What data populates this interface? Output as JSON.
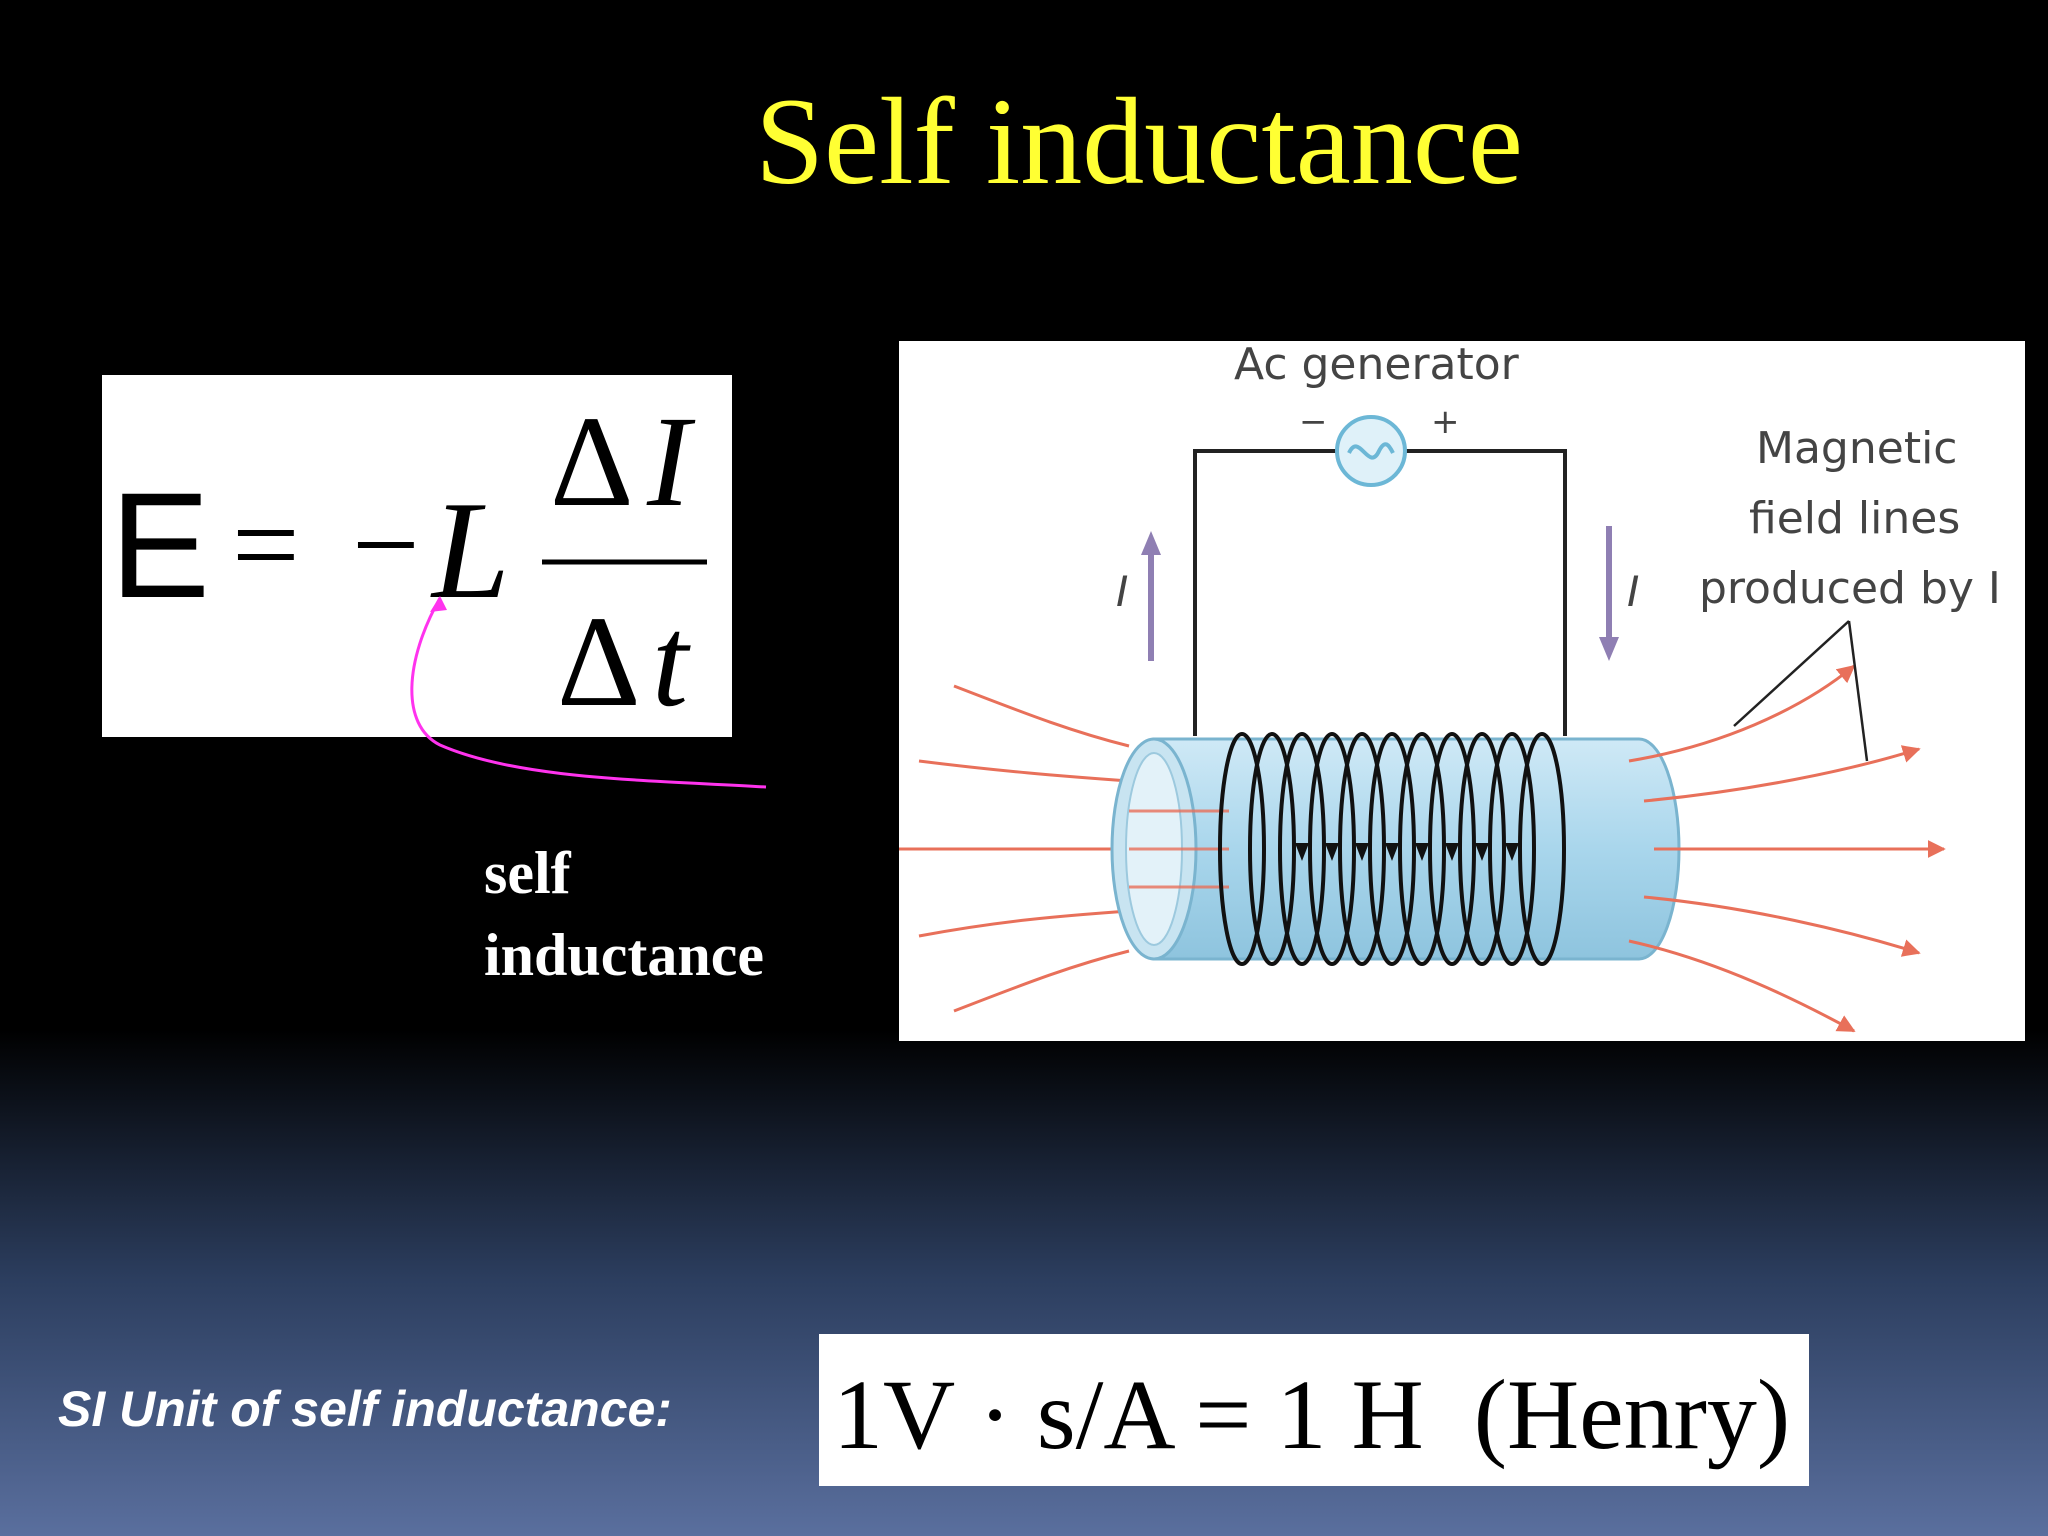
{
  "slide": {
    "title": "Self inductance",
    "formula": {
      "emf_symbol": "E",
      "equals": "=",
      "minus": "−",
      "coefficient": "L",
      "delta": "Δ",
      "numerator_var": "I",
      "denominator_var": "t"
    },
    "pointer_label_line1": "self",
    "pointer_label_line2": "inductance",
    "pointer_color": "#ff33ee",
    "diagram": {
      "generator_label": "Ac generator",
      "minus_terminal": "−",
      "plus_terminal": "+",
      "current_left": "I",
      "current_right": "I",
      "field_label_line1": "Magnetic",
      "field_label_line2": "field lines",
      "field_label_line3": "produced by I",
      "field_line_color": "#e8705a",
      "coil_color": "#a9d6ec",
      "arrow_color": "#8f7fb3"
    },
    "si_unit_label": "SI Unit of self inductance:",
    "si_unit_formula": "1V · s/A = 1 H  (Henry)",
    "title_color": "#ffff33"
  }
}
